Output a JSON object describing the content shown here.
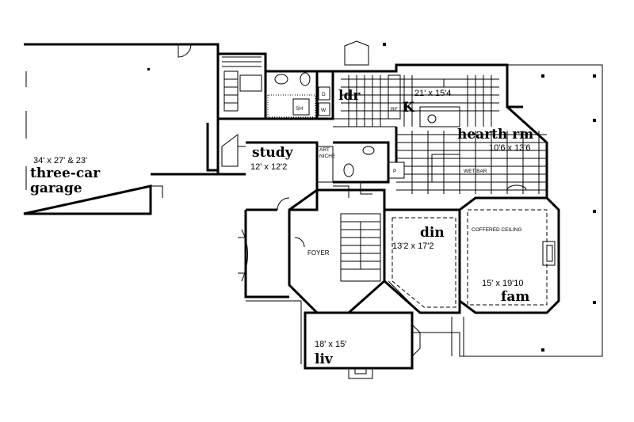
{
  "rooms": {
    "garage": {
      "dims": "34' x 27' & 23'",
      "name_line1": "three-car",
      "name_line2": "garage"
    },
    "study": {
      "name": "study",
      "dims": "12' x 12'2"
    },
    "ldr": {
      "name": "ldr"
    },
    "kitchen": {
      "name": "K",
      "dims": "21' x 15'4"
    },
    "hearth": {
      "name": "hearth rm",
      "dims": "10'6 x 13'6"
    },
    "din": {
      "name": "din",
      "dims": "13'2 x 17'2"
    },
    "fam": {
      "name": "fam",
      "dims": "15' x 19'10"
    },
    "liv": {
      "name": "liv",
      "dims": "18' x 15'"
    }
  },
  "fixtures": {
    "foyer": "FOYER",
    "art_niche_1": "ART",
    "art_niche_2": "NICHE",
    "wet_bar": "WET BAR",
    "coffered": "COFFERED CEILING",
    "sh": "SH",
    "d": "D",
    "w": "W",
    "rf": "RF",
    "p": "P"
  }
}
